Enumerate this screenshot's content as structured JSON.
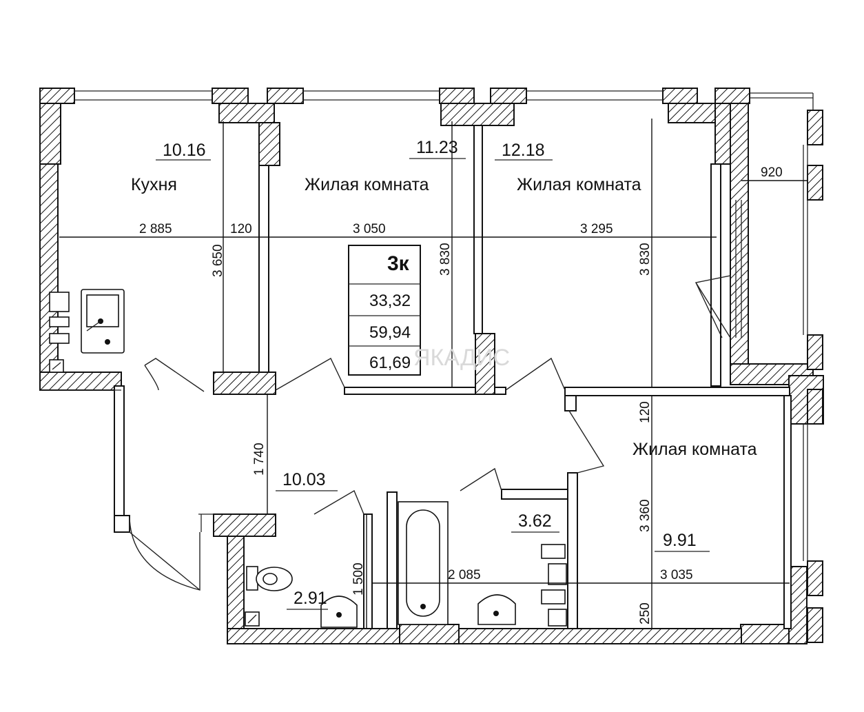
{
  "rooms": {
    "kitchen": {
      "area": "10.16",
      "name": "Кухня"
    },
    "room1": {
      "area": "11.23",
      "name": "Жилая комната"
    },
    "room2": {
      "area": "12.18",
      "name": "Жилая комната"
    },
    "room3": {
      "area": "9.91",
      "name": "Жилая комната"
    },
    "hall": {
      "area": "10.03"
    },
    "wc": {
      "area": "2.91"
    },
    "bath": {
      "area": "3.62"
    }
  },
  "dimensions": {
    "d_2885": "2 885",
    "d_120a": "120",
    "d_3050": "3 050",
    "d_3295": "3 295",
    "d_3650": "3 650",
    "d_3830a": "3 830",
    "d_3830b": "3 830",
    "d_920": "920",
    "d_1740": "1 740",
    "d_120b": "120",
    "d_3360": "3 360",
    "d_1500": "1 500",
    "d_2085": "2 085",
    "d_3035": "3 035",
    "d_250": "250"
  },
  "summary": {
    "type": "3к",
    "living_area": "33,32",
    "total_area": "59,94",
    "total_with_balcony": "61,69"
  },
  "watermark": "ЯКАДИС"
}
